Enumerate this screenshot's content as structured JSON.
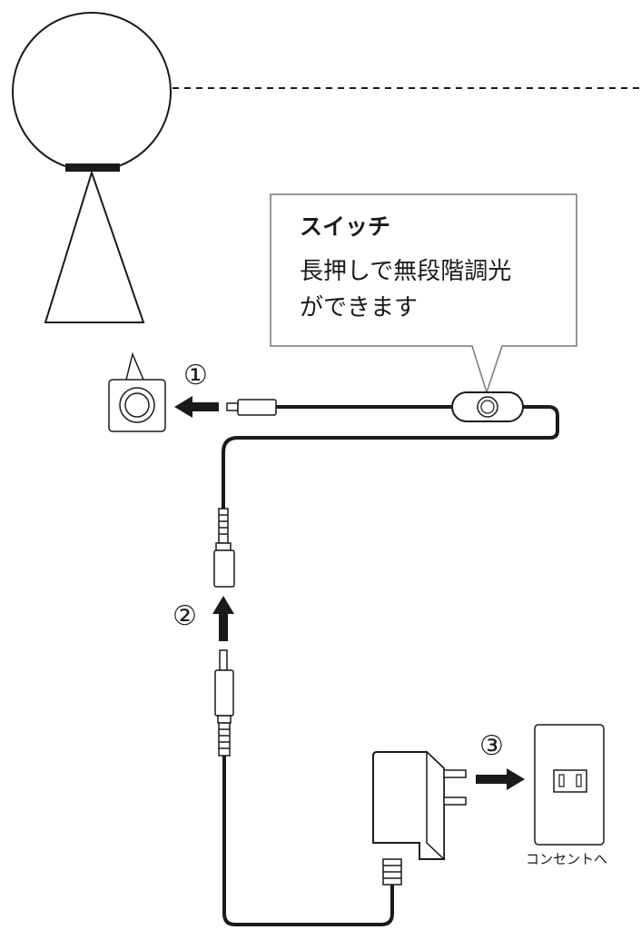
{
  "callout": {
    "title": "スイッチ",
    "line1": "長押しで無段階調光",
    "line2": "ができます"
  },
  "steps": {
    "step1": "①",
    "step2": "②",
    "step3": "③"
  },
  "outlet_label": "コンセントへ",
  "colors": {
    "line": "#1a1a1a",
    "callout_border": "#777777",
    "background": "#ffffff"
  },
  "icons": [
    "lamp-globe-icon",
    "dc-jack-icon",
    "inline-switch-icon",
    "barrel-plug-icon",
    "ac-adapter-icon",
    "wall-outlet-icon",
    "arrow-left-icon",
    "arrow-up-icon",
    "arrow-right-icon"
  ]
}
